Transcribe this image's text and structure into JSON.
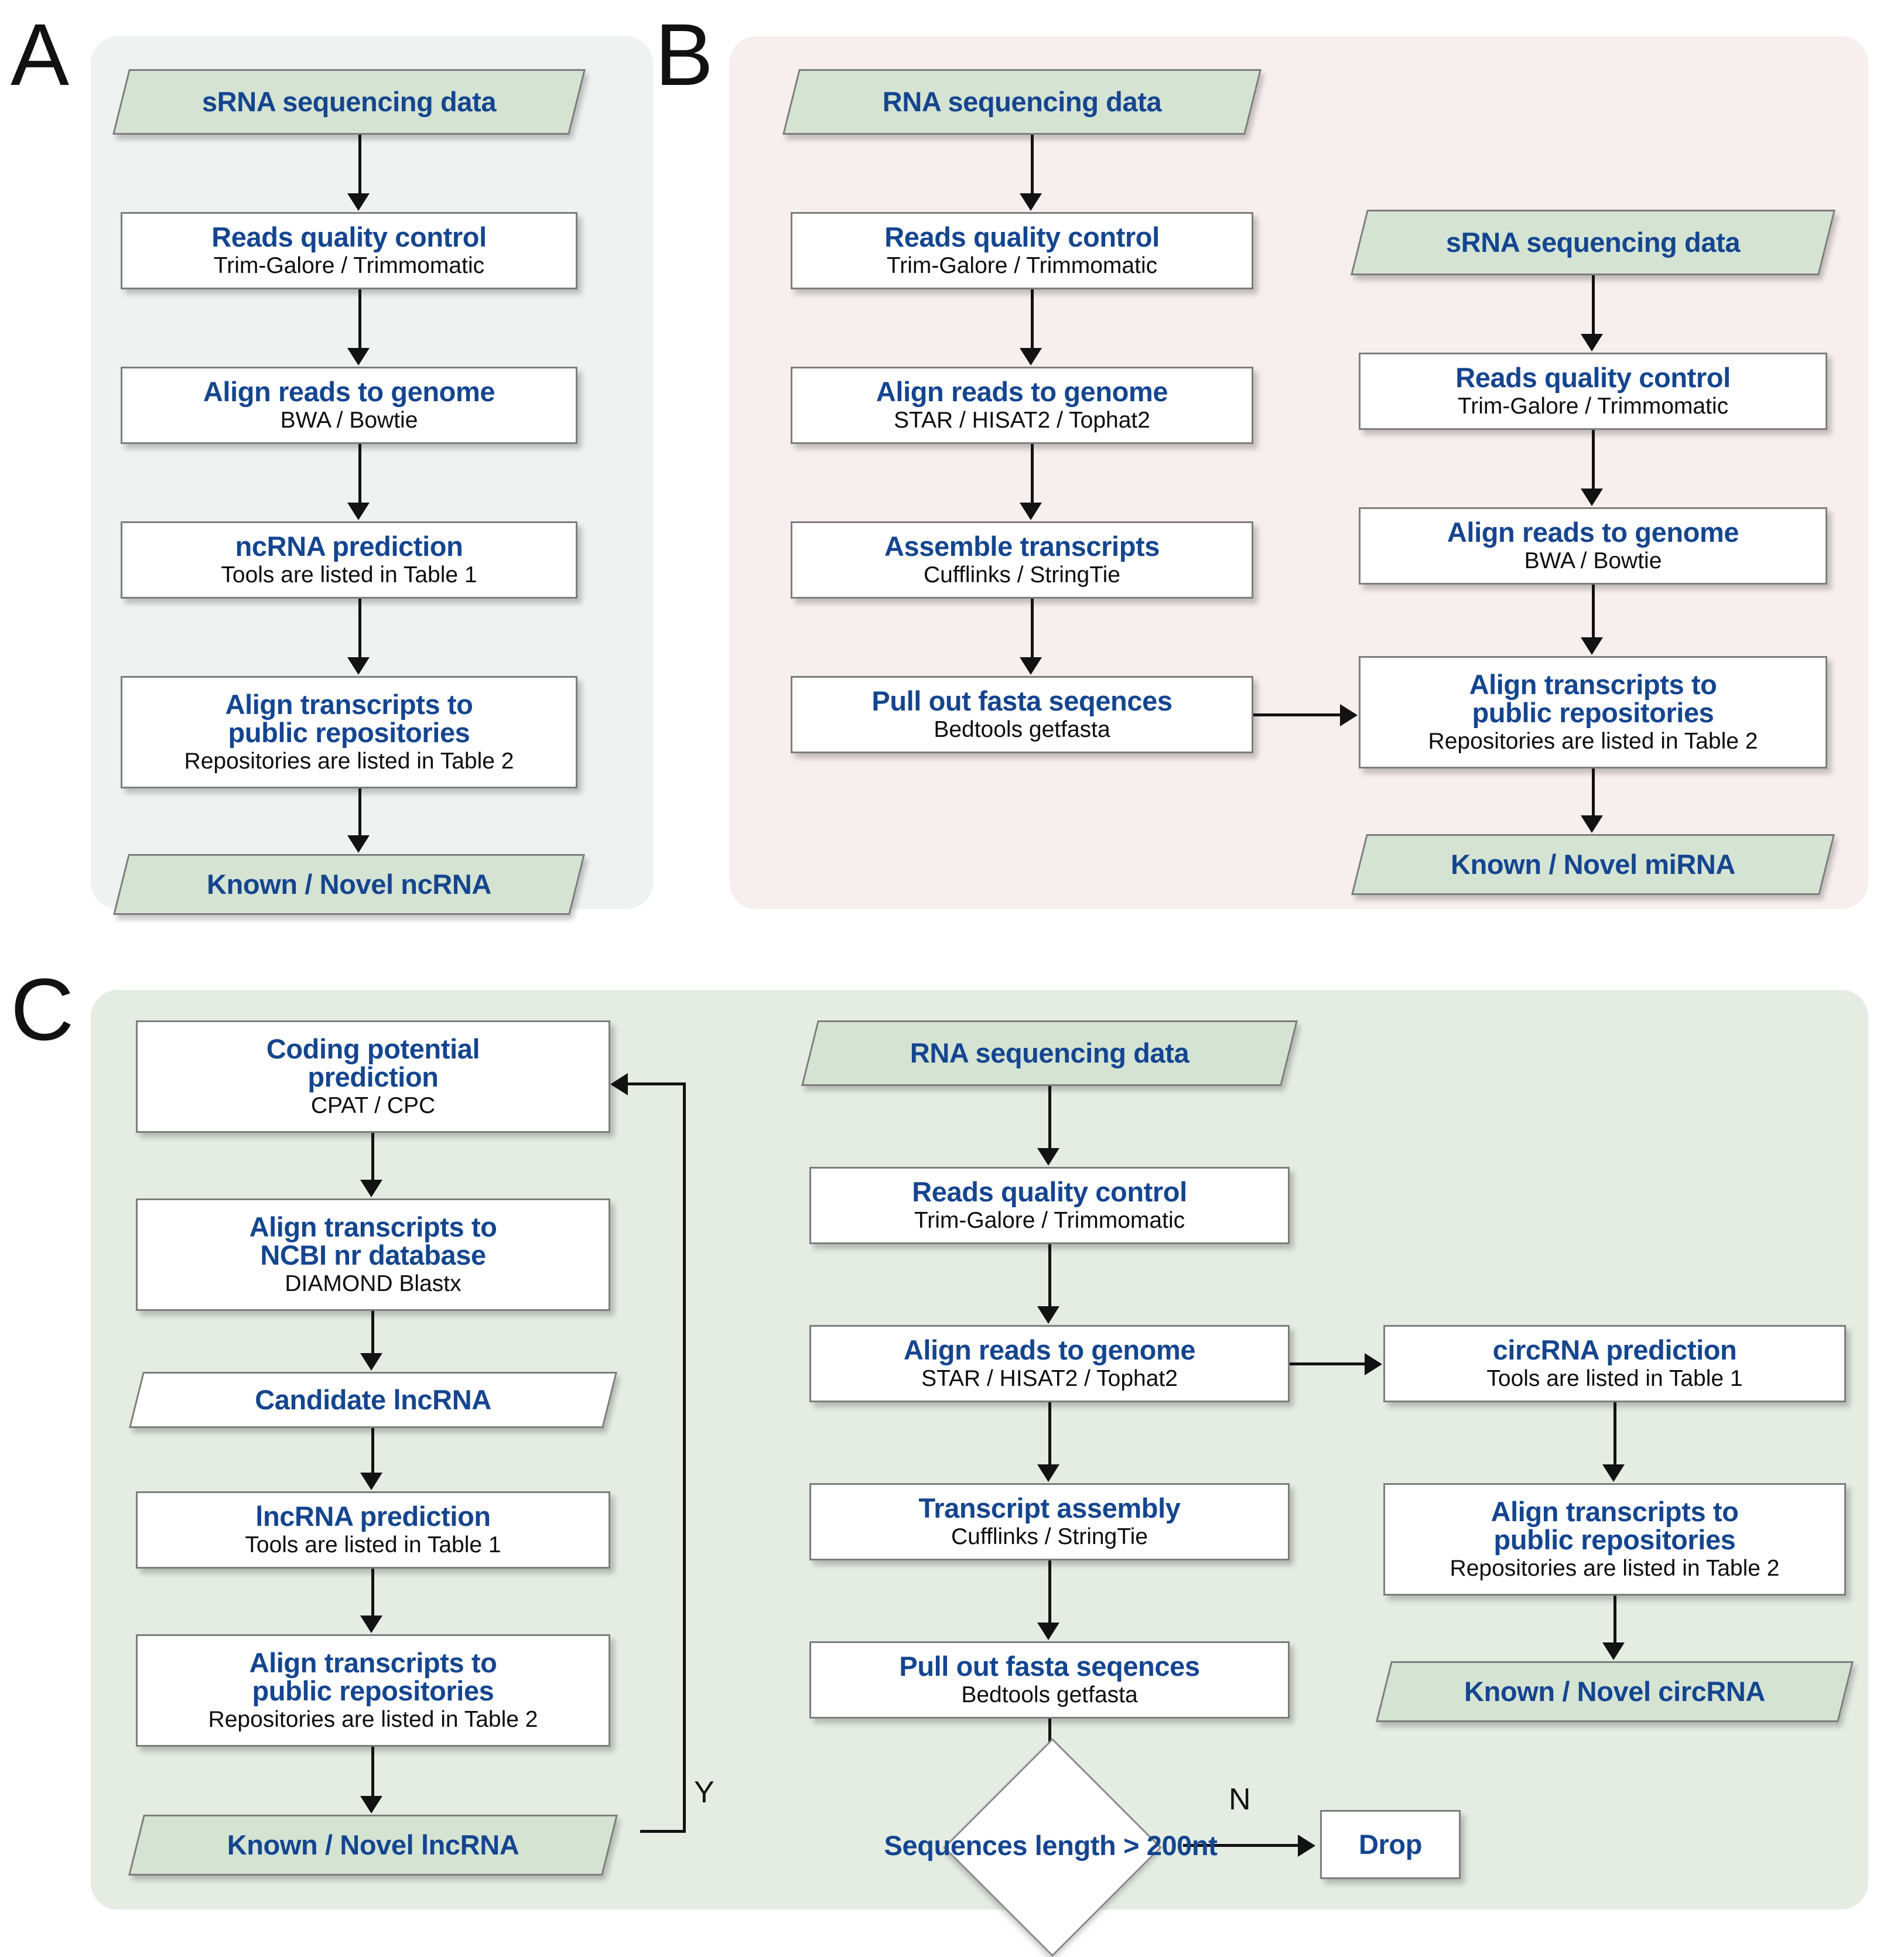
{
  "figure": {
    "type": "flowchart",
    "panels": [
      {
        "letter": "A",
        "bg_color": "#eef2f1",
        "nodes": [
          {
            "id": "a1",
            "shape": "parallelogram",
            "fill": "green",
            "title": "sRNA sequencing data",
            "sub": ""
          },
          {
            "id": "a2",
            "shape": "process",
            "title": "Reads quality control",
            "sub": "Trim-Galore / Trimmomatic"
          },
          {
            "id": "a3",
            "shape": "process",
            "title": "Align reads to genome",
            "sub": "BWA / Bowtie"
          },
          {
            "id": "a4",
            "shape": "process",
            "title": "ncRNA prediction",
            "sub": "Tools are listed in Table 1"
          },
          {
            "id": "a5",
            "shape": "process",
            "title": "Align transcripts to public repositories",
            "sub": "Repositories are listed in Table 2"
          },
          {
            "id": "a6",
            "shape": "parallelogram",
            "fill": "green",
            "title": "Known / Novel ncRNA",
            "sub": ""
          }
        ]
      },
      {
        "letter": "B",
        "bg_color": "#f7eeee",
        "nodes": [
          {
            "id": "b1",
            "shape": "parallelogram",
            "fill": "green",
            "title": "RNA sequencing data",
            "sub": ""
          },
          {
            "id": "b2",
            "shape": "process",
            "title": "Reads quality control",
            "sub": "Trim-Galore / Trimmomatic"
          },
          {
            "id": "b3",
            "shape": "process",
            "title": "Align reads to genome",
            "sub": "STAR / HISAT2 / Tophat2"
          },
          {
            "id": "b4",
            "shape": "process",
            "title": "Assemble transcripts",
            "sub": "Cufflinks / StringTie"
          },
          {
            "id": "b5",
            "shape": "process",
            "title": "Pull out fasta seqences",
            "sub": "Bedtools getfasta"
          },
          {
            "id": "b6",
            "shape": "parallelogram",
            "fill": "green",
            "title": "sRNA sequencing data",
            "sub": ""
          },
          {
            "id": "b7",
            "shape": "process",
            "title": "Reads quality control",
            "sub": "Trim-Galore / Trimmomatic"
          },
          {
            "id": "b8",
            "shape": "process",
            "title": "Align reads to genome",
            "sub": "BWA / Bowtie"
          },
          {
            "id": "b9",
            "shape": "process",
            "title": "Align transcripts to public repositories",
            "sub": "Repositories are listed in Table 2"
          },
          {
            "id": "b10",
            "shape": "parallelogram",
            "fill": "green",
            "title": "Known / Novel miRNA",
            "sub": ""
          }
        ]
      },
      {
        "letter": "C",
        "bg_color": "#e5ede3",
        "nodes": [
          {
            "id": "c1",
            "shape": "process",
            "title": "Coding potential prediction",
            "sub": "CPAT / CPC"
          },
          {
            "id": "c2",
            "shape": "process",
            "title": "Align transcripts to NCBI nr database",
            "sub": "DIAMOND Blastx"
          },
          {
            "id": "c3",
            "shape": "parallelogram",
            "fill": "white",
            "title": "Candidate lncRNA",
            "sub": ""
          },
          {
            "id": "c4",
            "shape": "process",
            "title": "lncRNA prediction",
            "sub": "Tools are listed in Table 1"
          },
          {
            "id": "c5",
            "shape": "process",
            "title": "Align transcripts to public repositories",
            "sub": "Repositories are listed in Table 2"
          },
          {
            "id": "c6",
            "shape": "parallelogram",
            "fill": "green",
            "title": "Known / Novel lncRNA",
            "sub": ""
          },
          {
            "id": "c7",
            "shape": "parallelogram",
            "fill": "green",
            "title": "RNA sequencing data",
            "sub": ""
          },
          {
            "id": "c8",
            "shape": "process",
            "title": "Reads quality control",
            "sub": "Trim-Galore / Trimmomatic"
          },
          {
            "id": "c9",
            "shape": "process",
            "title": "Align reads to genome",
            "sub": "STAR / HISAT2 / Tophat2"
          },
          {
            "id": "c10",
            "shape": "process",
            "title": "Transcript assembly",
            "sub": "Cufflinks / StringTie"
          },
          {
            "id": "c11",
            "shape": "process",
            "title": "Pull out fasta seqences",
            "sub": "Bedtools getfasta"
          },
          {
            "id": "c12",
            "shape": "diamond",
            "title": "Sequences length > 200nt",
            "sub": ""
          },
          {
            "id": "c13",
            "shape": "process",
            "title": "Drop",
            "sub": ""
          },
          {
            "id": "c14",
            "shape": "process",
            "title": "circRNA prediction",
            "sub": "Tools are listed in Table 1"
          },
          {
            "id": "c15",
            "shape": "process",
            "title": "Align transcripts to public repositories",
            "sub": "Repositories are listed in Table 2"
          },
          {
            "id": "c16",
            "shape": "parallelogram",
            "fill": "green",
            "title": "Known / Novel circRNA",
            "sub": ""
          }
        ],
        "edge_labels": {
          "yes": "Y",
          "no": "N"
        }
      }
    ],
    "colors": {
      "title_blue": "#14458f",
      "sub_black": "#0d0d0d",
      "node_fill_white": "#ffffff",
      "node_fill_green": "#d5e3d3",
      "node_border": "#7d7d7d",
      "connector": "#121212",
      "panel_a_bg": "#eef2f1",
      "panel_b_bg": "#f7eeee",
      "panel_c_bg": "#e5ede3"
    }
  },
  "a": {
    "letter": "A",
    "n1": {
      "title": "sRNA sequencing data"
    },
    "n2": {
      "title": "Reads quality control",
      "sub": "Trim-Galore / Trimmomatic"
    },
    "n3": {
      "title": "Align reads to genome",
      "sub": "BWA / Bowtie"
    },
    "n4": {
      "title": "ncRNA prediction",
      "sub": "Tools are listed in Table 1"
    },
    "n5": {
      "t1": "Align transcripts to",
      "t2": "public repositories",
      "sub": "Repositories are listed in Table 2"
    },
    "n6": {
      "title": "Known / Novel ncRNA"
    }
  },
  "b": {
    "letter": "B",
    "n1": {
      "title": "RNA sequencing data"
    },
    "n2": {
      "title": "Reads quality control",
      "sub": "Trim-Galore / Trimmomatic"
    },
    "n3": {
      "title": "Align reads to genome",
      "sub": "STAR / HISAT2 / Tophat2"
    },
    "n4": {
      "title": "Assemble transcripts",
      "sub": "Cufflinks / StringTie"
    },
    "n5": {
      "title": "Pull out fasta seqences",
      "sub": "Bedtools getfasta"
    },
    "n6": {
      "title": "sRNA sequencing data"
    },
    "n7": {
      "title": "Reads quality control",
      "sub": "Trim-Galore / Trimmomatic"
    },
    "n8": {
      "title": "Align reads to genome",
      "sub": "BWA / Bowtie"
    },
    "n9": {
      "t1": "Align transcripts to",
      "t2": "public repositories",
      "sub": "Repositories are listed in Table 2"
    },
    "n10": {
      "title": "Known / Novel miRNA"
    }
  },
  "c": {
    "letter": "C",
    "n1": {
      "t1": "Coding potential",
      "t2": "prediction",
      "sub": "CPAT / CPC"
    },
    "n2": {
      "t1": "Align transcripts to",
      "t2": "NCBI nr database",
      "sub": "DIAMOND Blastx"
    },
    "n3": {
      "title": "Candidate lncRNA"
    },
    "n4": {
      "title": "lncRNA prediction",
      "sub": "Tools are listed in Table 1"
    },
    "n5": {
      "t1": "Align transcripts to",
      "t2": "public repositories",
      "sub": "Repositories are listed in Table 2"
    },
    "n6": {
      "title": "Known / Novel lncRNA"
    },
    "n7": {
      "title": "RNA sequencing data"
    },
    "n8": {
      "title": "Reads quality control",
      "sub": "Trim-Galore / Trimmomatic"
    },
    "n9": {
      "title": "Align reads to genome",
      "sub": "STAR / HISAT2 / Tophat2"
    },
    "n10": {
      "title": "Transcript assembly",
      "sub": "Cufflinks / StringTie"
    },
    "n11": {
      "title": "Pull out fasta seqences",
      "sub": "Bedtools getfasta"
    },
    "n12": {
      "title": "Sequences length > 200nt"
    },
    "n13": {
      "title": "Drop"
    },
    "n14": {
      "title": "circRNA prediction",
      "sub": "Tools are listed in Table 1"
    },
    "n15": {
      "t1": "Align transcripts to",
      "t2": "public repositories",
      "sub": "Repositories are listed in Table 2"
    },
    "n16": {
      "title": "Known / Novel circRNA"
    },
    "label_y": "Y",
    "label_n": "N"
  }
}
